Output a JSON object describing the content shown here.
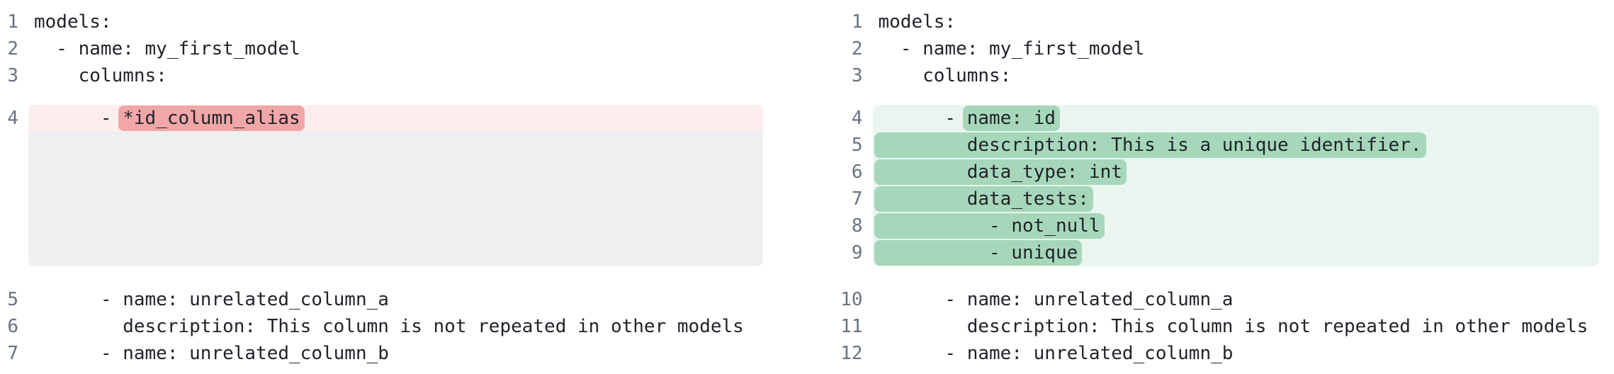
{
  "colors": {
    "code_text": "#1f2329",
    "line_number": "#697282",
    "removed_line_bg": "#fdeeee",
    "removed_token_bg": "#f1a6a7",
    "added_line_bg": "#ebf5f0",
    "added_token_bg": "#a6d7bb",
    "spacer_bg": "#edeff1",
    "page_bg": "#ffffff"
  },
  "diff": {
    "panes": [
      {
        "side": "left",
        "label": "before",
        "lines": [
          {
            "num": "1",
            "kind": "context",
            "segments": [
              {
                "text": "models:"
              }
            ]
          },
          {
            "num": "2",
            "kind": "context",
            "segments": [
              {
                "text": "  - name: my_first_model"
              }
            ]
          },
          {
            "num": "3",
            "kind": "context",
            "segments": [
              {
                "text": "    columns:"
              }
            ]
          },
          {
            "num": "4",
            "kind": "removed",
            "block": "first",
            "segments": [
              {
                "text": "      - "
              },
              {
                "text": "*id_column_alias",
                "token": true
              }
            ]
          },
          {
            "kind": "spacer",
            "block": "last",
            "segments": []
          },
          {
            "num": "5",
            "kind": "context",
            "segments": [
              {
                "text": "      - name: unrelated_column_a"
              }
            ]
          },
          {
            "num": "6",
            "kind": "context",
            "segments": [
              {
                "text": "        description: This column is not repeated in other models"
              }
            ]
          },
          {
            "num": "7",
            "kind": "context",
            "segments": [
              {
                "text": "      - name: unrelated_column_b"
              }
            ]
          }
        ]
      },
      {
        "side": "right",
        "label": "after",
        "lines": [
          {
            "num": "1",
            "kind": "context",
            "segments": [
              {
                "text": "models:"
              }
            ]
          },
          {
            "num": "2",
            "kind": "context",
            "segments": [
              {
                "text": "  - name: my_first_model"
              }
            ]
          },
          {
            "num": "3",
            "kind": "context",
            "segments": [
              {
                "text": "    columns:"
              }
            ]
          },
          {
            "num": "4",
            "kind": "added",
            "block": "first",
            "segments": [
              {
                "text": "      - "
              },
              {
                "text": "name: id",
                "token": true
              }
            ]
          },
          {
            "num": "5",
            "kind": "added",
            "segments": [
              {
                "text": "        description: This is a unique identifier.",
                "token": true
              }
            ]
          },
          {
            "num": "6",
            "kind": "added",
            "segments": [
              {
                "text": "        data_type: int",
                "token": true
              }
            ]
          },
          {
            "num": "7",
            "kind": "added",
            "segments": [
              {
                "text": "        data_tests:",
                "token": true
              }
            ]
          },
          {
            "num": "8",
            "kind": "added",
            "segments": [
              {
                "text": "          - not_null",
                "token": true
              }
            ]
          },
          {
            "num": "9",
            "kind": "added",
            "block": "last",
            "segments": [
              {
                "text": "          - unique",
                "token": true
              }
            ]
          },
          {
            "num": "10",
            "kind": "context",
            "segments": [
              {
                "text": "      - name: unrelated_column_a"
              }
            ]
          },
          {
            "num": "11",
            "kind": "context",
            "segments": [
              {
                "text": "        description: This column is not repeated in other models"
              }
            ]
          },
          {
            "num": "12",
            "kind": "context",
            "segments": [
              {
                "text": "      - name: unrelated_column_b"
              }
            ]
          }
        ]
      }
    ]
  }
}
